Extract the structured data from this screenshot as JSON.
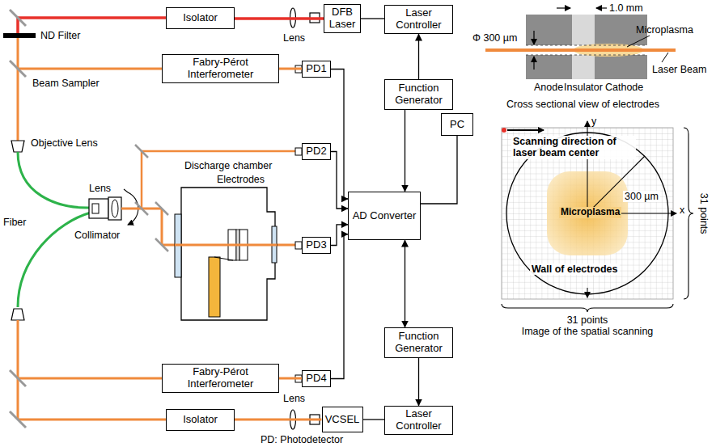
{
  "diagram": {
    "nodes": [
      {
        "text": [
          "Isolator"
        ]
      },
      {
        "text": [
          "DFB Laser"
        ]
      },
      {
        "text": [
          "Laser Controller"
        ]
      },
      {
        "text": [
          "Fabry-Pérot Interferometer"
        ]
      },
      {
        "text": [
          "PD1"
        ]
      },
      {
        "text": [
          "Function Generator"
        ]
      },
      {
        "text": [
          "PC"
        ]
      },
      {
        "text": [
          "PD2"
        ]
      },
      {
        "text": [
          "AD Converter"
        ]
      },
      {
        "text": [
          "PD3"
        ]
      },
      {
        "text": [
          "Fabry-Pérot Interferometer"
        ]
      },
      {
        "text": [
          "PD4"
        ]
      },
      {
        "text": [
          "Function Generator"
        ]
      },
      {
        "text": [
          "Isolator"
        ]
      },
      {
        "text": [
          "VCSEL"
        ]
      },
      {
        "text": [
          "Laser Controller"
        ]
      }
    ],
    "edges": [
      {
        "from": 1,
        "to": 0,
        "arrow": "none"
      },
      {
        "from": 1,
        "to": 2,
        "arrow": "none"
      },
      {
        "from": 5,
        "to": 2,
        "arrow": "to"
      },
      {
        "from": 5,
        "to": 8,
        "arrow": "to"
      },
      {
        "from": 6,
        "to": 8,
        "arrow": "none"
      },
      {
        "from": 3,
        "to": 4,
        "arrow": "none"
      },
      {
        "from": 4,
        "to": 8,
        "arrow": "to"
      },
      {
        "from": 7,
        "to": 8,
        "arrow": "to"
      },
      {
        "from": 9,
        "to": 8,
        "arrow": "to"
      },
      {
        "from": 11,
        "to": 8,
        "arrow": "to"
      },
      {
        "from": 12,
        "to": 8,
        "arrow": "both"
      },
      {
        "from": 12,
        "to": 15,
        "arrow": "to"
      },
      {
        "from": 14,
        "to": 15,
        "arrow": "none"
      },
      {
        "from": 14,
        "to": 13,
        "arrow": "none"
      },
      {
        "from": 10,
        "to": 11,
        "arrow": "none"
      }
    ],
    "labels": [
      "ND Filter",
      "Beam Sampler",
      "Objective Lens",
      "Lens",
      "Fiber",
      "Collimator",
      "Discharge chamber",
      "Electrodes",
      "Lens",
      "Lens",
      "PD: Photodetector",
      "1.0 mm",
      "Φ 300 µm",
      "Microplasma",
      "Laser Beam",
      "Anode",
      "Cathode",
      "Insulator",
      "Cross sectional view of electrodes",
      "Scanning direction of laser beam center",
      "300 µm",
      "Microplasma",
      "Wall of electrodes",
      "31 points",
      "31 points",
      "Image of the spatial scanning",
      "x",
      "y"
    ]
  }
}
